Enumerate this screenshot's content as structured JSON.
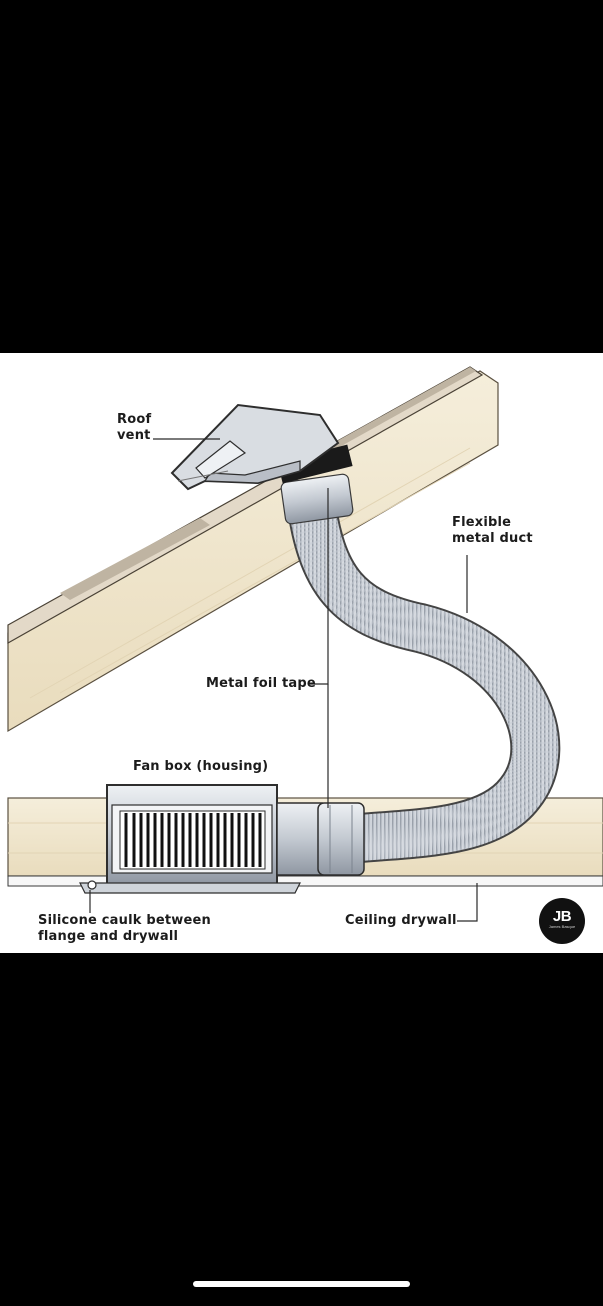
{
  "labels": {
    "roof_vent": [
      "Roof",
      "vent"
    ],
    "flexible_duct": [
      "Flexible",
      "metal duct"
    ],
    "foil_tape": "Metal foil tape",
    "fan_box": "Fan box (housing)",
    "caulk": [
      "Silicone caulk between",
      "flange and drywall"
    ],
    "drywall": "Ceiling drywall"
  },
  "logo": {
    "mark": "JB",
    "sub": "James Basque"
  },
  "colors": {
    "wood": "#f1e8cf",
    "roof_shingle": "#d9cfbf",
    "duct": "#c9ced6",
    "housing": "#d7dbe0",
    "outline": "#3a3a3a",
    "tape": "#1a1a1a"
  }
}
